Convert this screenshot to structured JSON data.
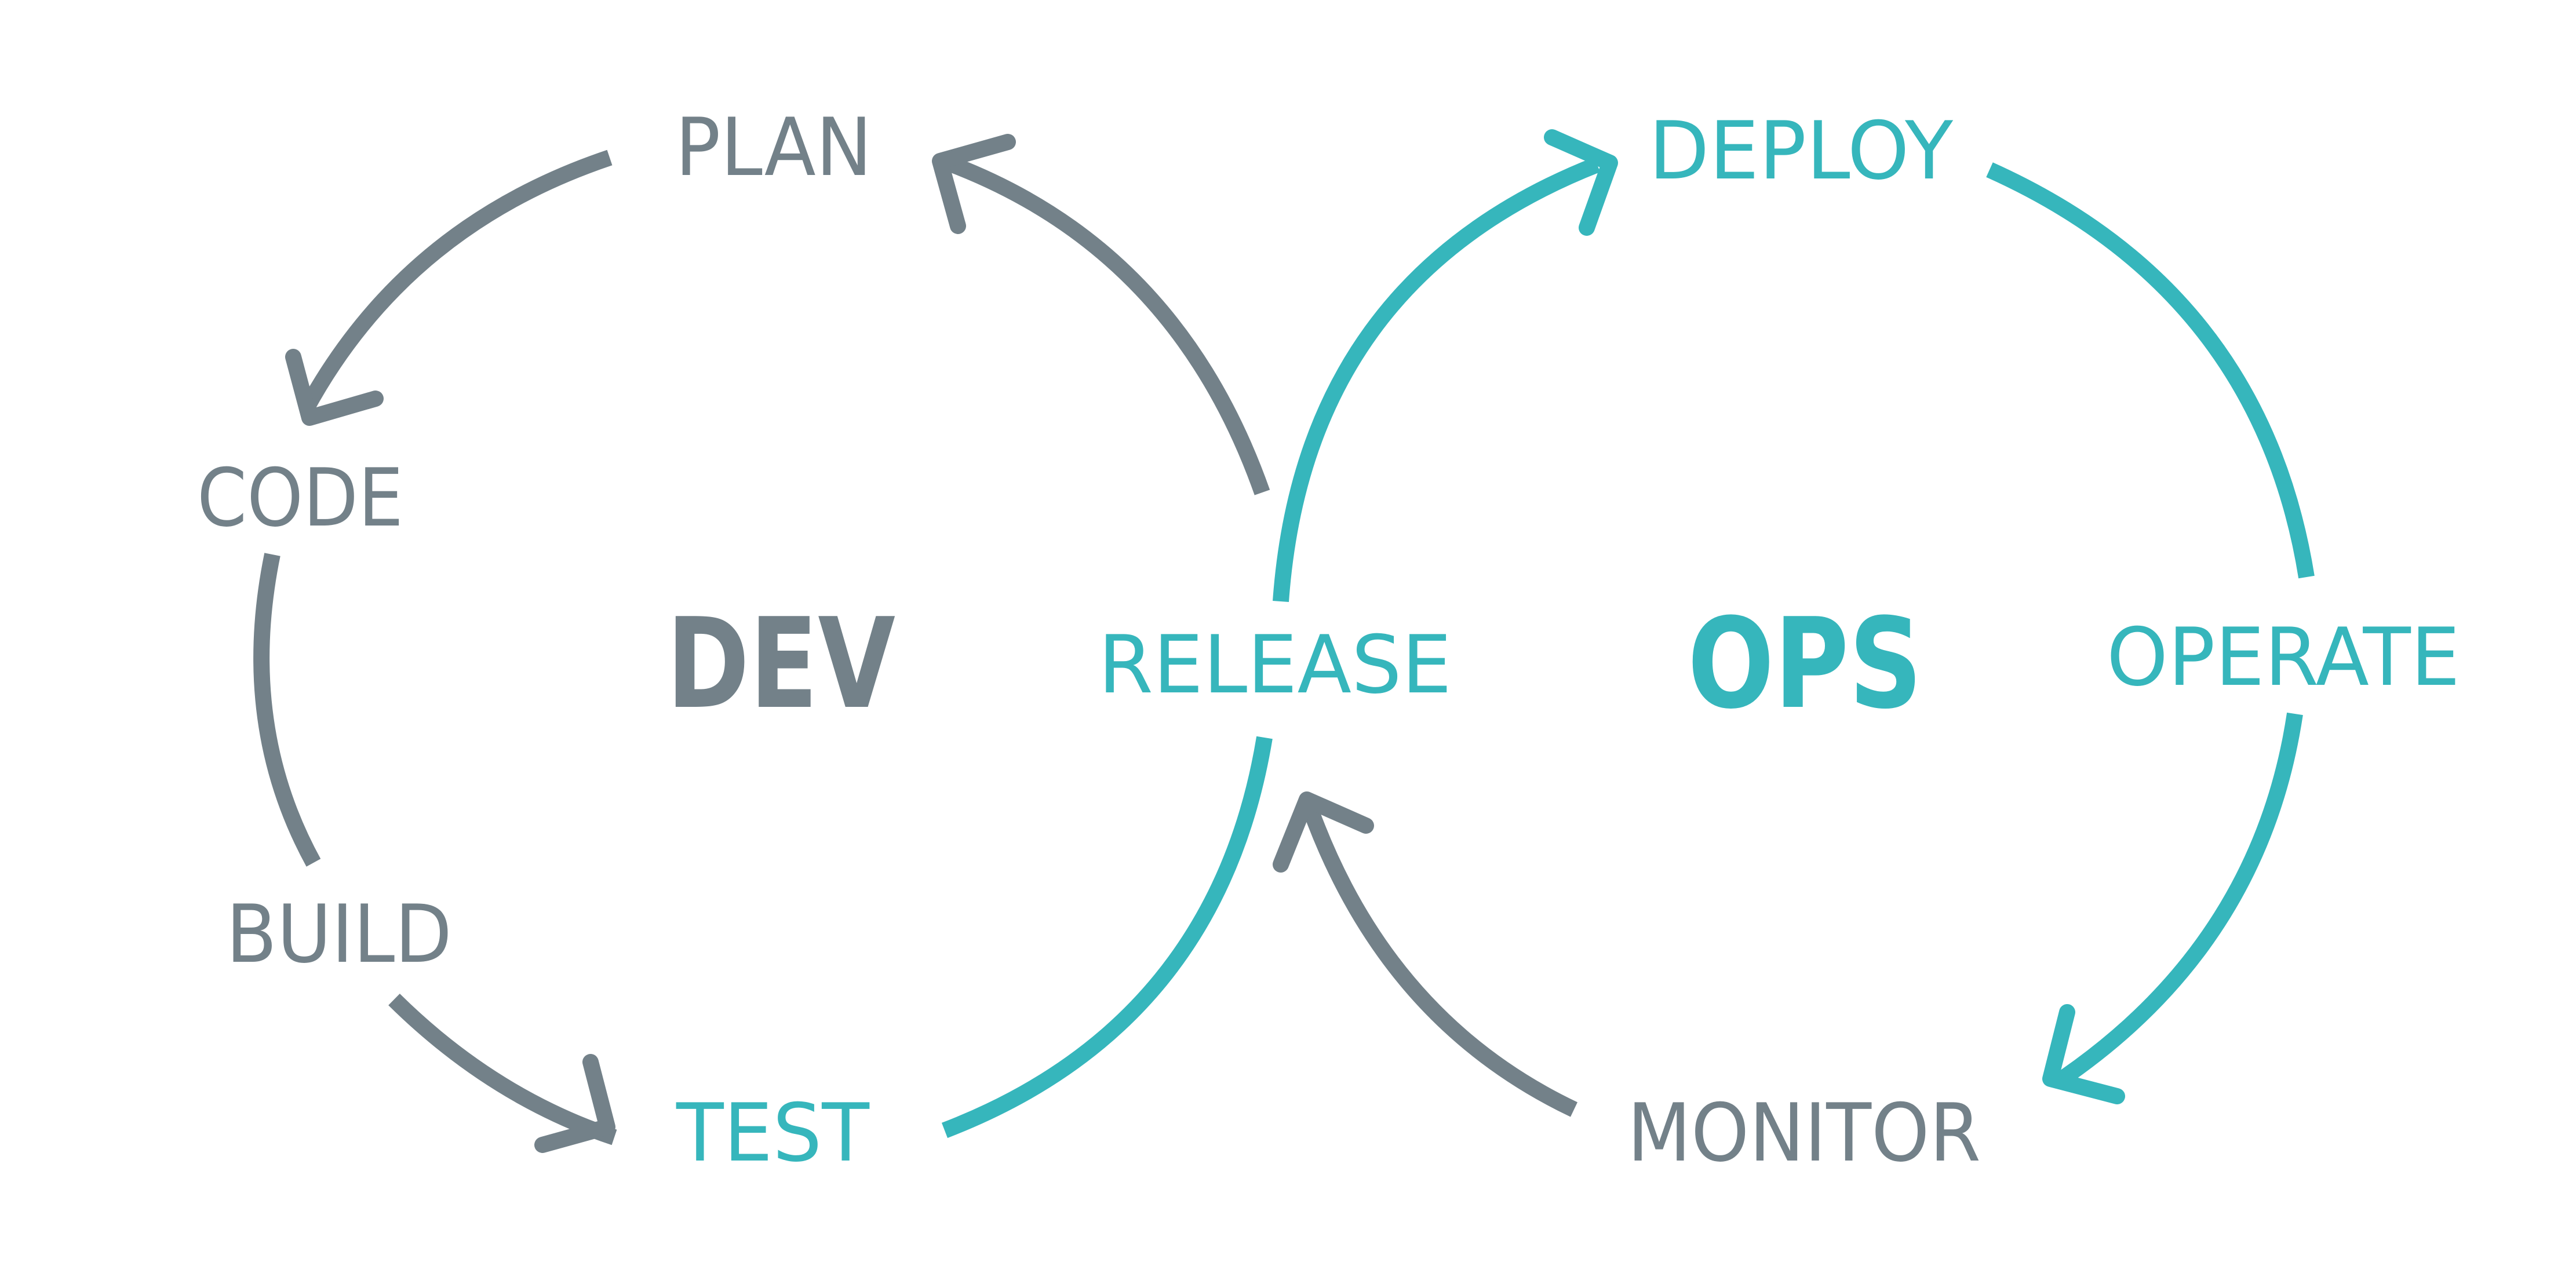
{
  "colors": {
    "gray": "#738189",
    "teal": "#36b6bc",
    "background": "#ffffff"
  },
  "labels": {
    "plan": "PLAN",
    "code": "CODE",
    "build": "BUILD",
    "test": "TEST",
    "release": "RELEASE",
    "deploy": "DEPLOY",
    "operate": "OPERATE",
    "monitor": "MONITOR",
    "dev": "DEV",
    "ops": "OPS"
  }
}
